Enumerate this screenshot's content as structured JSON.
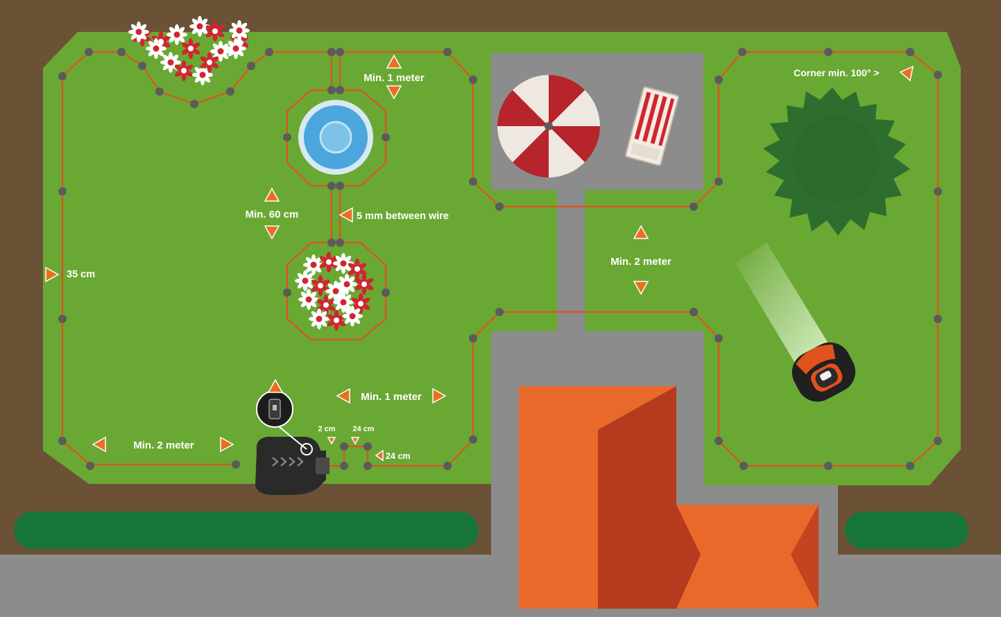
{
  "labels": {
    "min_1_meter_top": "Min. 1 meter",
    "min_60_cm": "Min. 60 cm",
    "wire_gap": "5 mm between wire",
    "side_35_cm": "35 cm",
    "corner": "Corner min. 100° >",
    "min_2_meter_right": "Min. 2 meter",
    "min_1_meter_bottom": "Min. 1 meter",
    "min_2_meter_bottom": "Min. 2 meter",
    "dist_2_cm": "2 cm",
    "dist_24_cm_top": "24 cm",
    "dist_24_cm_side": "24 cm"
  },
  "colors": {
    "soil": "#6b5236",
    "grass": "#6aa834",
    "paving": "#8c8c8c",
    "hedge": "#17753a",
    "wire": "#e0521c",
    "post": "#5b5b5b",
    "marker": "#e8711f",
    "roof_light": "#e8692a",
    "roof_dark": "#b63a1e",
    "tree": "#2d6e2e",
    "pool": "#4aa6dc"
  },
  "icons": [
    "flower-bed-icon",
    "fountain-icon",
    "parasol-icon",
    "sun-lounger-icon",
    "tree-icon",
    "robot-mower-icon",
    "charging-station-icon",
    "house-roof-icon",
    "guide-arrow-icon"
  ]
}
